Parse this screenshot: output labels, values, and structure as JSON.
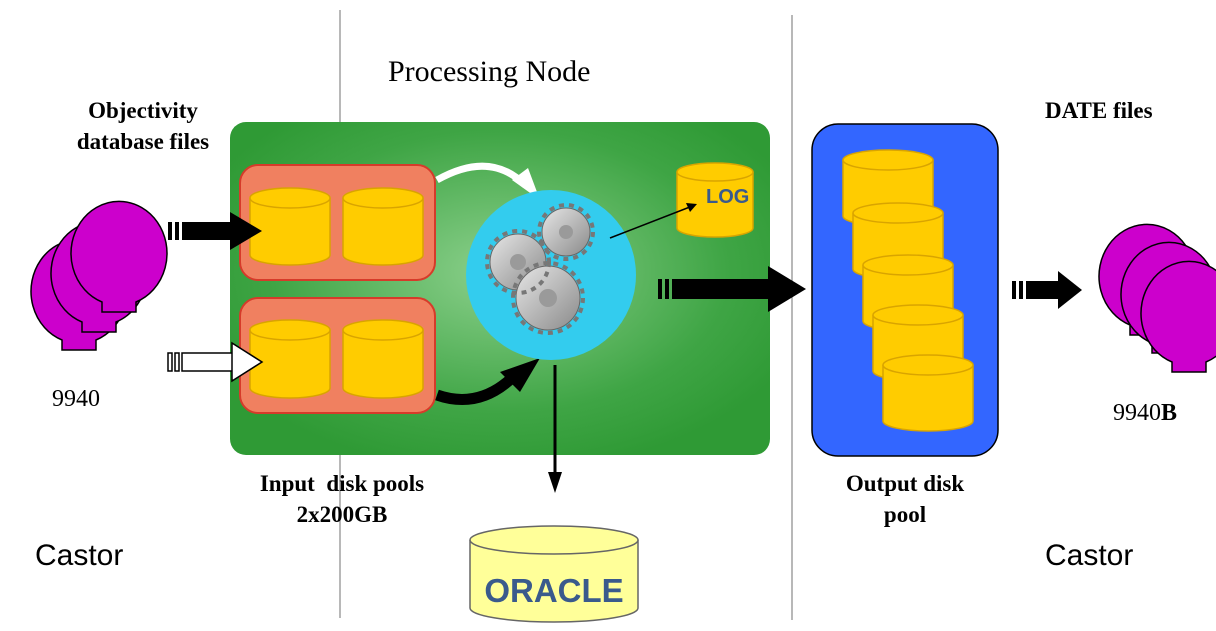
{
  "labels": {
    "processing_node": "Processing Node",
    "objectivity_line1": "Objectivity",
    "objectivity_line2": "database files",
    "date_files": "DATE files",
    "tape_left": "9940",
    "tape_right_prefix": "9940",
    "tape_right_suffix": "B",
    "input_pools_line1": "Input  disk pools",
    "input_pools_line2": "2x200GB",
    "output_pool_line1": "Output disk",
    "output_pool_line2": "pool",
    "castor_left": "Castor",
    "castor_right": "Castor",
    "log": "LOG",
    "oracle": "ORACLE"
  },
  "colors": {
    "node_green": "#2f9a35",
    "node_green_light": "#8cd08c",
    "input_pool": "#f08060",
    "input_pool_border": "#d63b2a",
    "cylinder": "#ffcc00",
    "cylinder_border": "#d9a400",
    "output_pool": "#3366ff",
    "tape": "#cc00cc",
    "gear_disc": "#33ccee",
    "oracle_fill": "#ffff99",
    "oracle_text": "#3a5a8c",
    "log_text": "#3a5a8c",
    "divider": "#888888"
  },
  "icons": [
    "tape-reel-icon",
    "disk-cylinder-icon",
    "gears-icon",
    "arrow-icon",
    "database-icon"
  ]
}
